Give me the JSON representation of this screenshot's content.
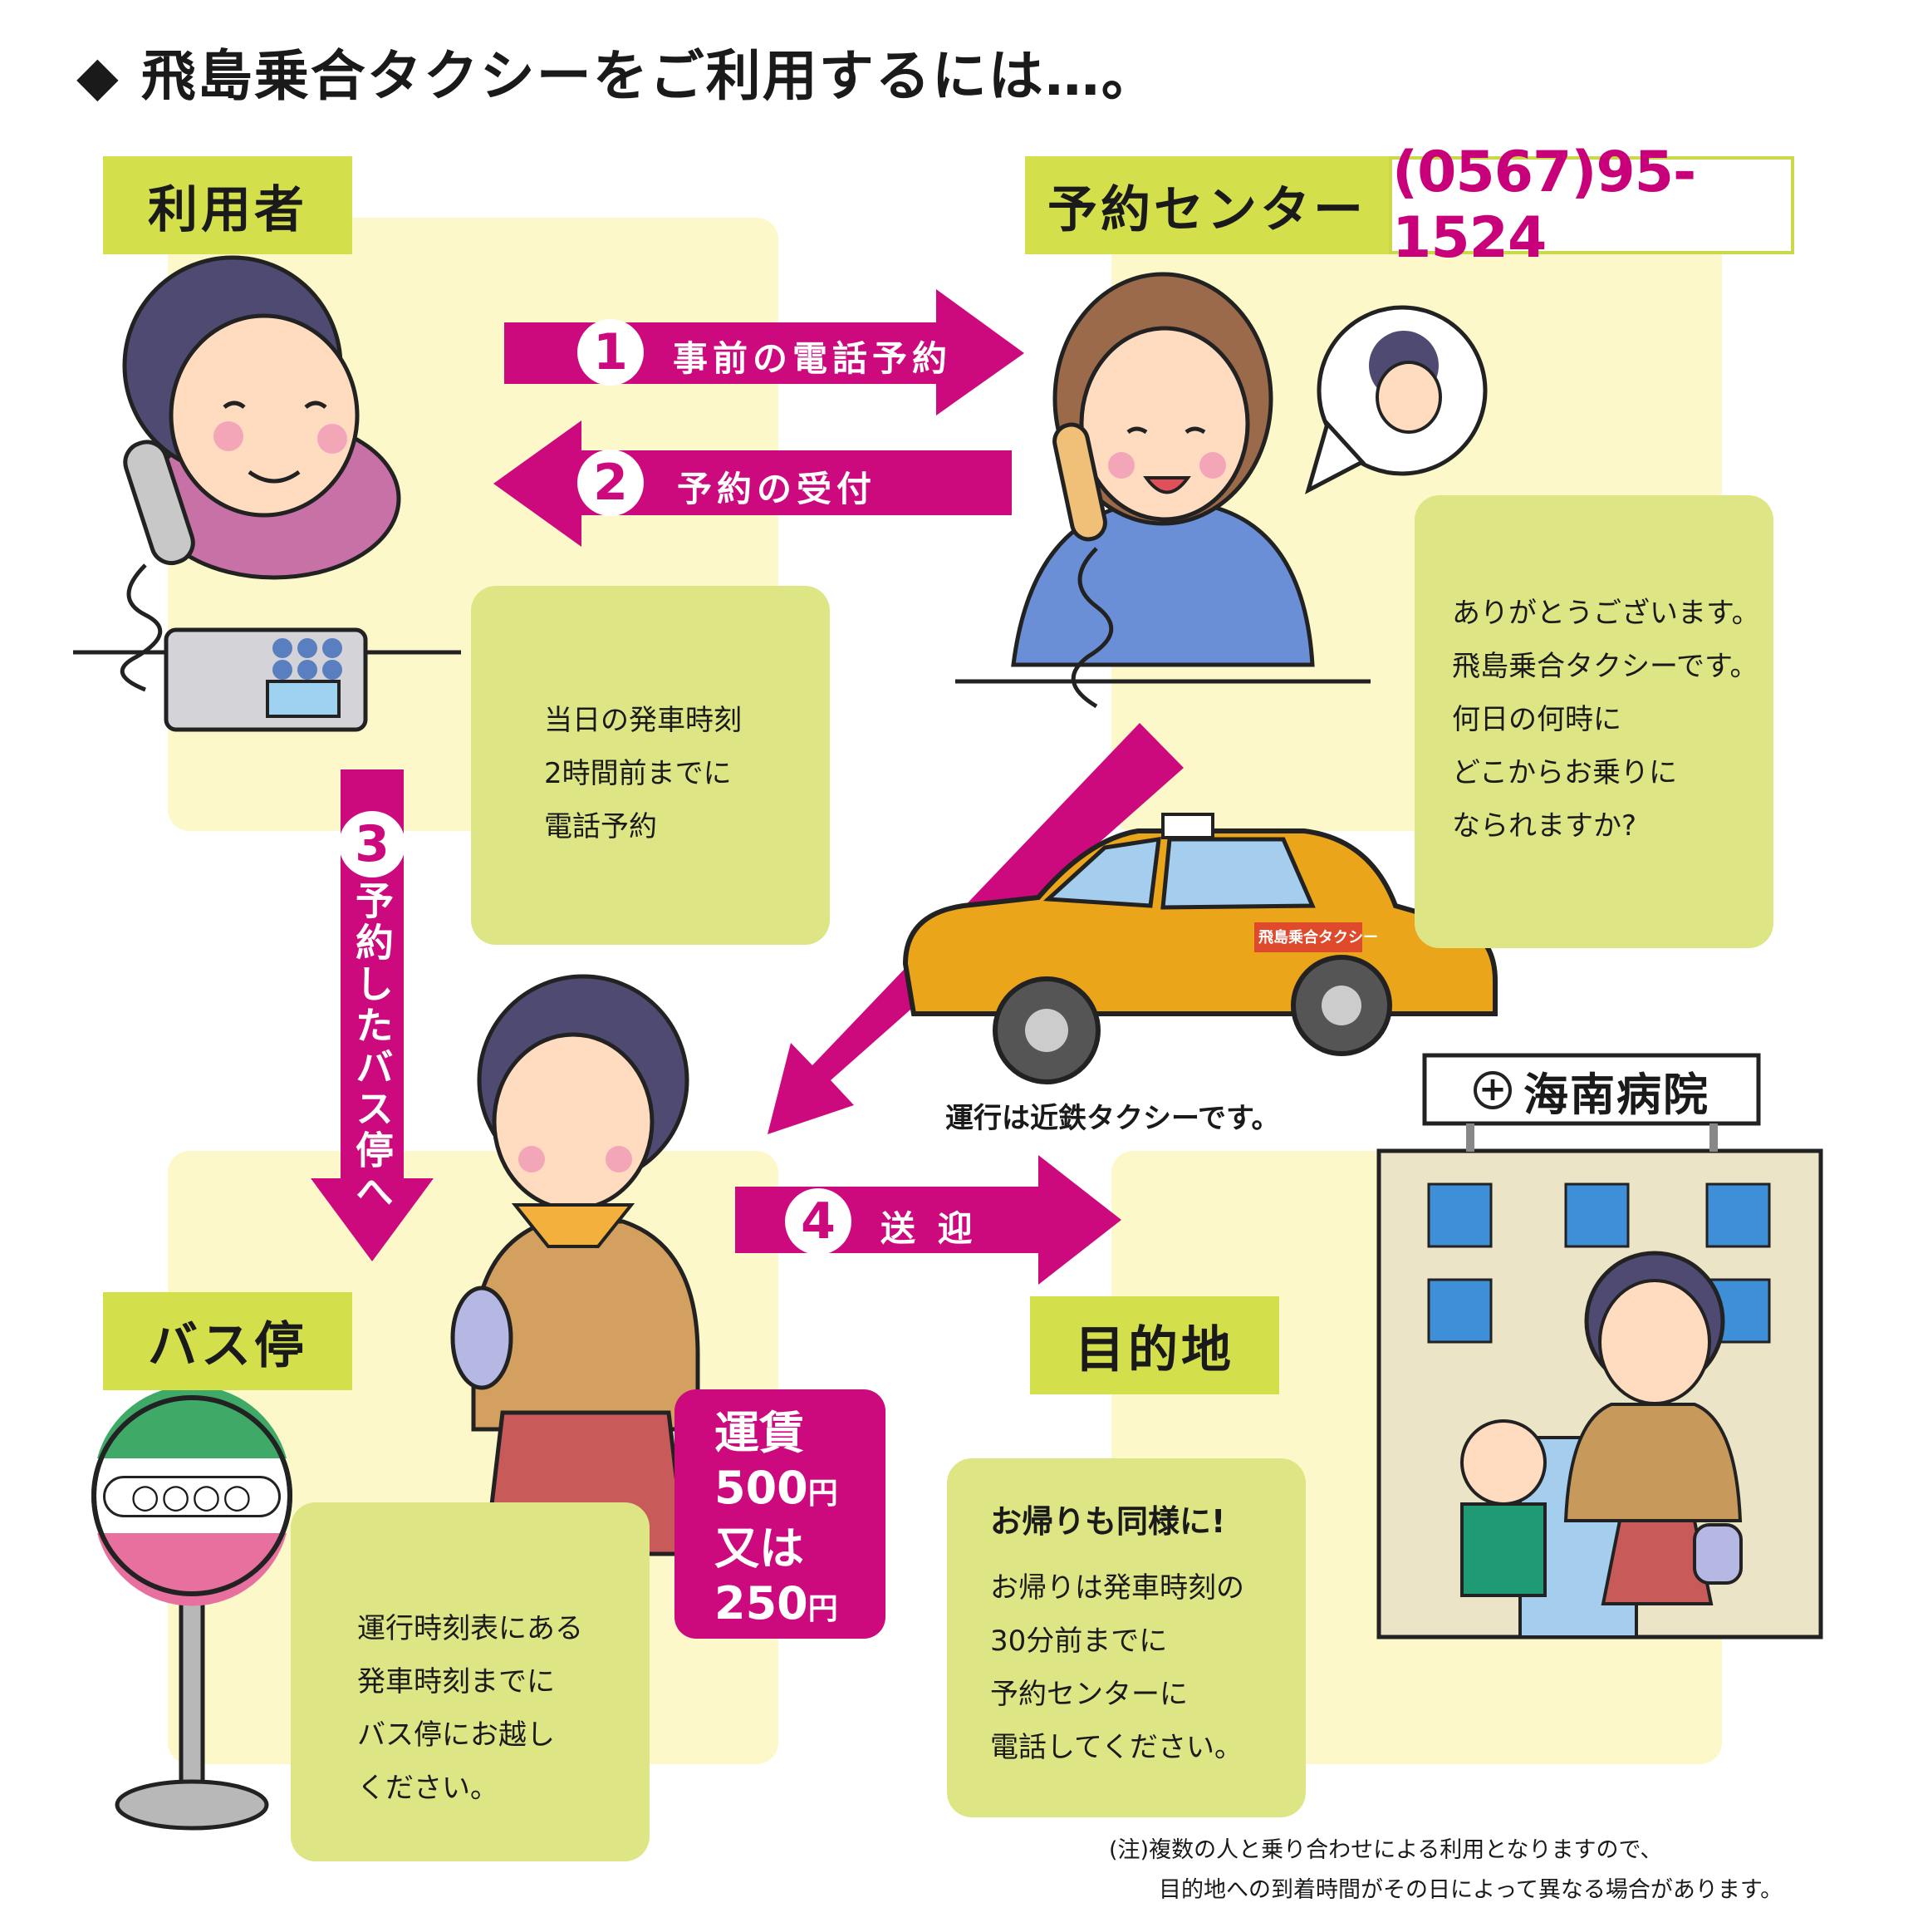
{
  "title": "◆ 飛島乗合タクシーをご利用するには…。",
  "labels": {
    "user": "利用者",
    "center": "予約センター",
    "busstop": "バス停",
    "destination": "目的地"
  },
  "center_phone": "(0567)95-1524",
  "steps": {
    "s1": {
      "num": "1",
      "text": "事前の電話予約"
    },
    "s2": {
      "num": "2",
      "text": "予約の受付"
    },
    "s3": {
      "num": "3",
      "text": "予約したバス停へ"
    },
    "s4": {
      "num": "4",
      "text": "送 迎"
    }
  },
  "notes": {
    "user": [
      "当日の発車時刻",
      "2時間前までに",
      "電話予約"
    ],
    "center": [
      "ありがとうございます。",
      "飛島乗合タクシーです。",
      "何日の何時に",
      "どこからお乗りに",
      "なられますか?"
    ],
    "busstop": [
      "運行時刻表にある",
      "発車時刻までに",
      "バス停にお越し",
      "ください。"
    ],
    "return_title": "お帰りも同様に!",
    "return": [
      "お帰りは発車時刻の",
      "30分前までに",
      "予約センターに",
      "電話してください。"
    ]
  },
  "fare": {
    "line1": "運賃",
    "amount1": "500",
    "yen": "円",
    "or": "又は",
    "amount2": "250"
  },
  "taxi_door_text": "飛島乗合タクシー",
  "taxi_caption": "運行は近鉄タクシーです。",
  "hospital_sign": "海南病院",
  "busstop_sign": "○○○○",
  "footnote": [
    "(注)複数の人と乗り合わせによる利用となりますので、",
    "目的地への到着時間がその日によって異なる場合があります。"
  ],
  "colors": {
    "accent": "#cc0a7e",
    "label_bg": "#d4e04b",
    "zone_bg": "#fcf8c9",
    "note_bg": "#dde585"
  }
}
